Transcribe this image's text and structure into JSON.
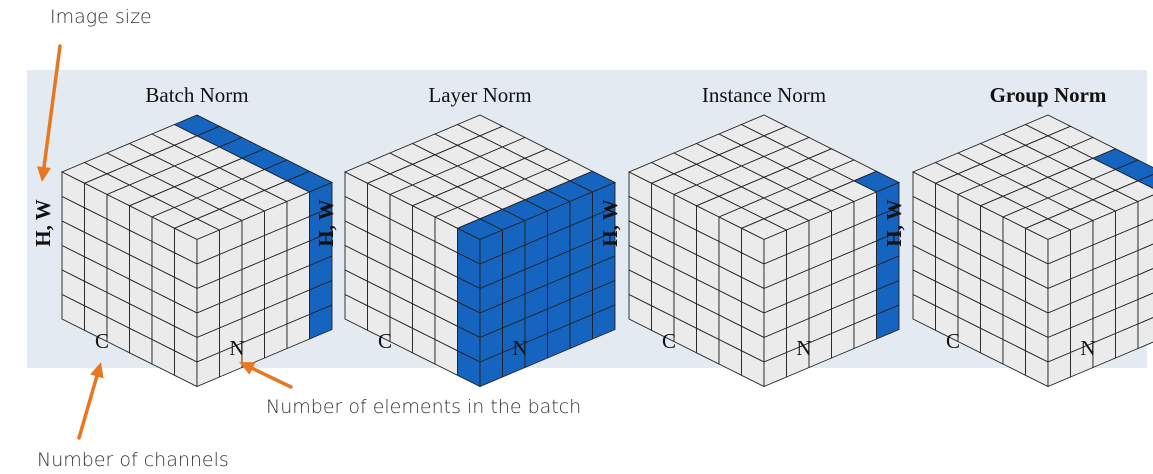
{
  "panels": [
    {
      "title": "Batch Norm",
      "bold": false,
      "c_label": "C",
      "n_label": "N",
      "hw_label": "H, W",
      "highlight": "batch"
    },
    {
      "title": "Layer Norm",
      "bold": false,
      "c_label": "C",
      "n_label": "N",
      "hw_label": "H, W",
      "highlight": "layer"
    },
    {
      "title": "Instance Norm",
      "bold": false,
      "c_label": "C",
      "n_label": "N",
      "hw_label": "H, W",
      "highlight": "instance"
    },
    {
      "title": "Group Norm",
      "bold": true,
      "c_label": "C",
      "n_label": "N",
      "hw_label": "H, W",
      "highlight": "group"
    }
  ],
  "annotations": {
    "image_size": "Image size",
    "elements": "Number of elements in the batch",
    "channels": "Number of channels"
  },
  "colors": {
    "highlight": "#1565c0",
    "cell": "#ebebeb",
    "edge": "#222222",
    "band": "#e3eaf2",
    "arrow": "#e87722"
  }
}
